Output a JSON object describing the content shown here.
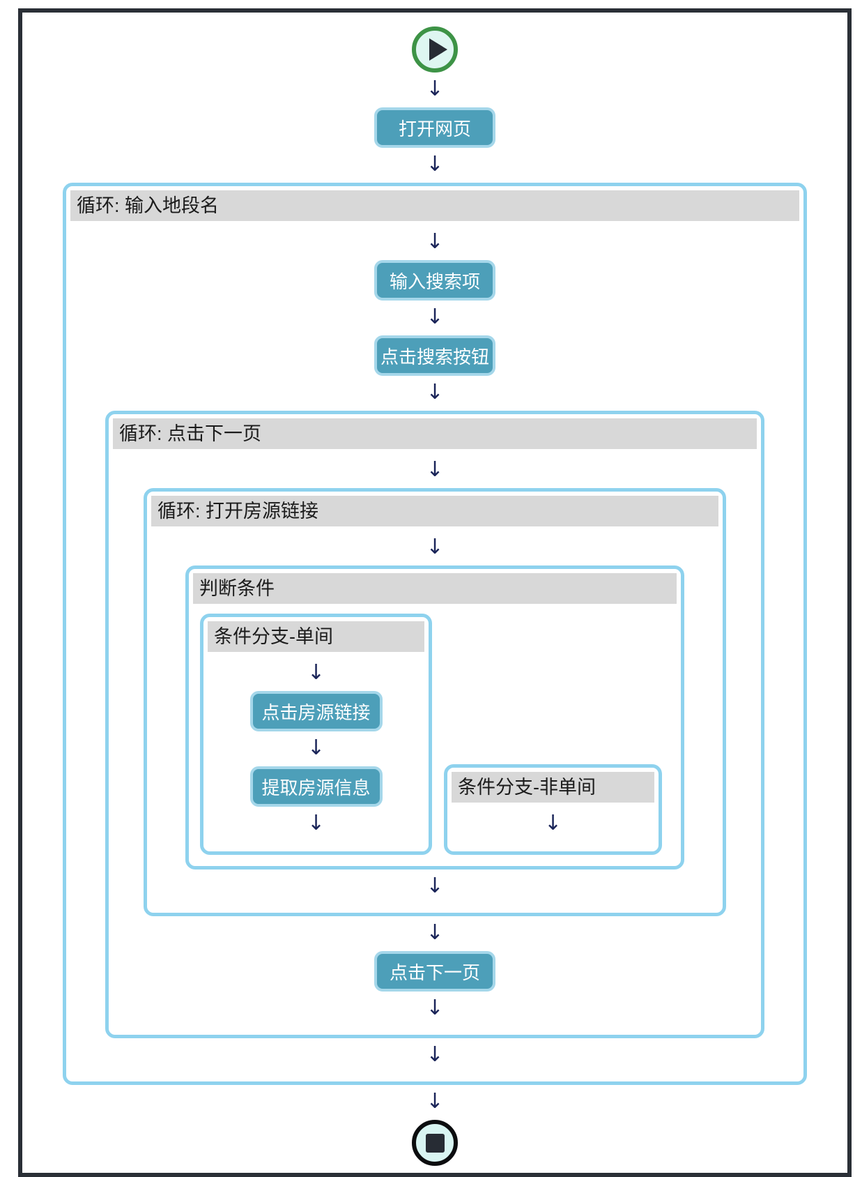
{
  "diagram": {
    "type": "flowchart",
    "arrow_glyph": "↓",
    "start_node": {
      "icon": "play-icon"
    },
    "end_node": {
      "icon": "stop-icon"
    },
    "steps": {
      "open_page": "打开网页",
      "input_search": "输入搜索项",
      "click_search": "点击搜索按钮",
      "click_listing": "点击房源链接",
      "extract_info": "提取房源信息",
      "click_next_page": "点击下一页"
    },
    "loops": {
      "input_district": "循环: 输入地段名",
      "next_page": "循环: 点击下一页",
      "open_listing": "循环: 打开房源链接"
    },
    "condition": {
      "title": "判断条件",
      "branches": {
        "single": "条件分支-单间",
        "not_single": "条件分支-非单间"
      }
    },
    "colors": {
      "frame_border": "#2a2f36",
      "loop_border": "#8ed2ee",
      "header_bg": "#d8d8d8",
      "header_text": "#1b1b1b",
      "step_fill": "#4d9fb9",
      "step_border": "#a5d7ea",
      "step_text": "#ffffff",
      "arrow": "#1b2559",
      "start_ring": "#3d9346",
      "start_fill": "#def6f1",
      "stop_ring": "#0c0d0f",
      "stop_fill": "#d9f5f2",
      "glyph_dark": "#272c34"
    }
  }
}
